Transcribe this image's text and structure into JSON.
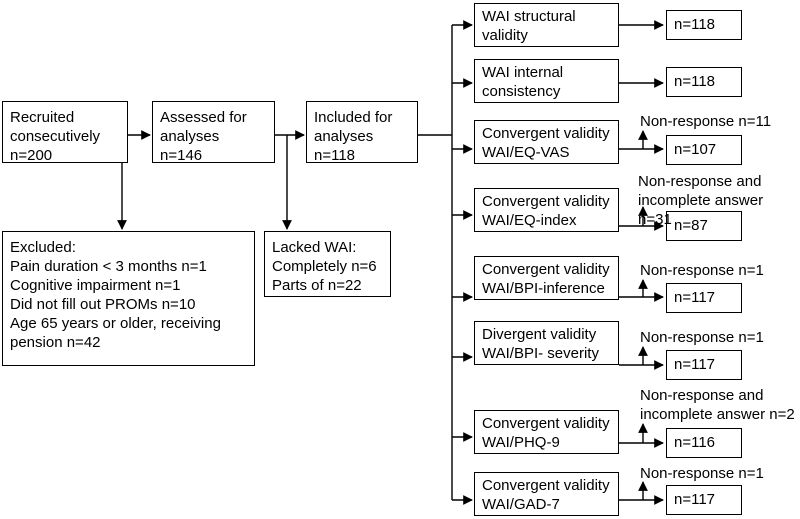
{
  "stages": {
    "recruited": "Recruited\nconsecutively\nn=200",
    "assessed": "Assessed for\nanalyses\nn=146",
    "included": "Included for\nanalyses\nn=118"
  },
  "excluded": {
    "title": "Excluded:",
    "lines": [
      "Pain duration < 3 months n=1",
      "Cognitive impairment n=1",
      "Did not fill out PROMs n=10",
      "Age 65 years or older, receiving pension n=42"
    ]
  },
  "lacked": {
    "title": "Lacked WAI:",
    "lines": [
      "Completely n=6",
      "Parts of n=22"
    ]
  },
  "analyses": [
    {
      "label": "WAI structural\nvalidity",
      "n": "n=118",
      "note": ""
    },
    {
      "label": "WAI internal\nconsistency",
      "n": "n=118",
      "note": ""
    },
    {
      "label": "Convergent validity\nWAI/EQ-VAS",
      "n": "n=107",
      "note": "Non-response n=11"
    },
    {
      "label": "Convergent validity\nWAI/EQ-index",
      "n": "n=87",
      "note": "Non-response and\nincomplete answer  n=31"
    },
    {
      "label": "Convergent validity\nWAI/BPI-inference",
      "n": "n=117",
      "note": "Non-response n=1"
    },
    {
      "label": "Divergent validity\nWAI/BPI- severity",
      "n": "n=117",
      "note": "Non-response n=1"
    },
    {
      "label": "Convergent validity\nWAI/PHQ-9",
      "n": "n=116",
      "note": "Non-response and\nincomplete answer n=2"
    },
    {
      "label": "Convergent validity\nWAI/GAD-7",
      "n": "n=117",
      "note": "Non-response n=1"
    }
  ]
}
